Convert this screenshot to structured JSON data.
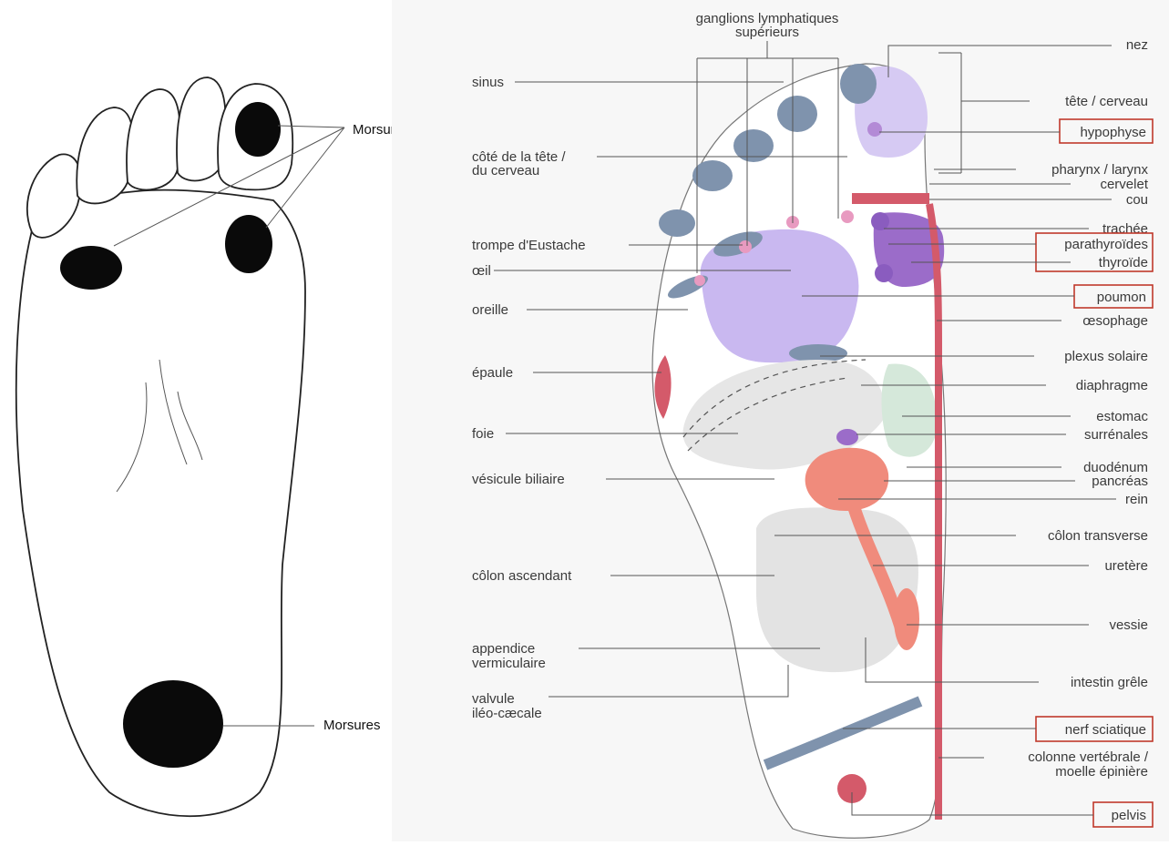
{
  "left_figure": {
    "labels": [
      "Morsures",
      "Morsures"
    ]
  },
  "right_figure": {
    "top_label": "ganglions lymphatiques supérieurs",
    "left_labels": [
      "sinus",
      "côté de la tête / du cerveau",
      "trompe d'Eustache",
      "œil",
      "oreille",
      "épaule",
      "foie",
      "vésicule biliaire",
      "côlon ascendant",
      "appendice vermiculaire",
      "valvule iléo-cæcale"
    ],
    "right_labels": [
      "nez",
      "tête / cerveau",
      "hypophyse",
      "pharynx / larynx",
      "cervelet",
      "cou",
      "trachée",
      "parathyroïdes",
      "thyroïde",
      "poumon",
      "œsophage",
      "plexus solaire",
      "diaphragme",
      "estomac",
      "surrénales",
      "duodénum",
      "pancréas",
      "rein",
      "côlon transverse",
      "uretère",
      "vessie",
      "intestin grêle",
      "nerf sciatique",
      "colonne vertébrale / moelle épinière",
      "pelvis"
    ],
    "highlighted": [
      "hypophyse",
      "parathyroïdes",
      "thyroïde",
      "poumon",
      "nerf sciatique",
      "pelvis"
    ],
    "colors": {
      "lavender": "#c9b8f0",
      "purple": "#9b6cc9",
      "slate_blue": "#7f93ad",
      "pink": "#e89ac0",
      "red": "#d45a6a",
      "salmon": "#f08b7c",
      "light_gray": "#e6e6e6",
      "mint": "#d5e8da",
      "highlight_box": "#c0392b"
    }
  }
}
